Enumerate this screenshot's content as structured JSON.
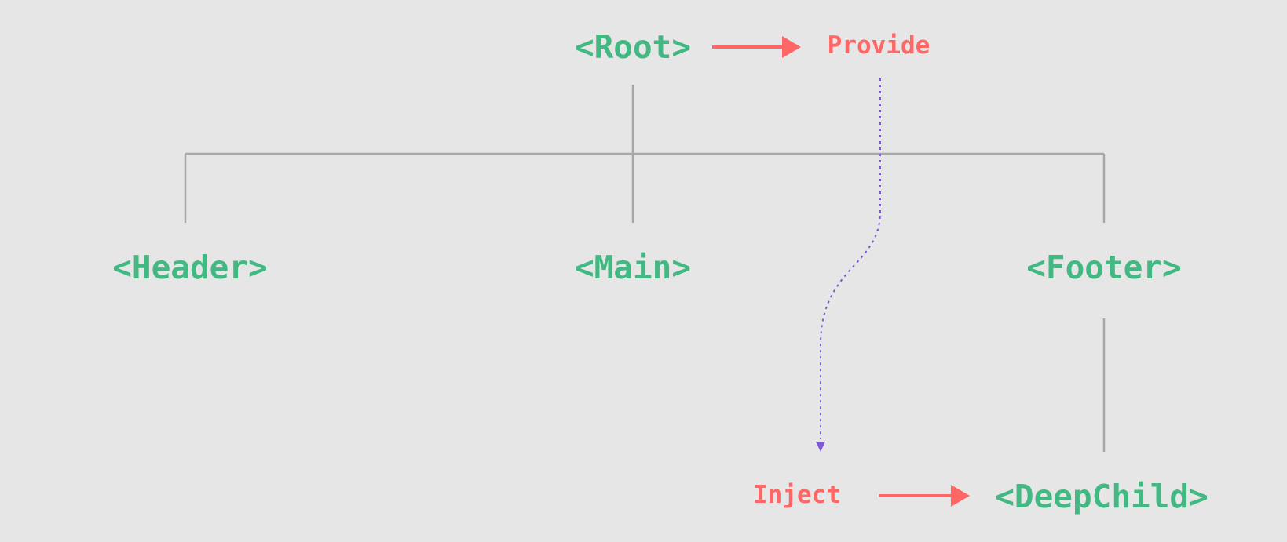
{
  "nodes": {
    "root": "<Root>",
    "header": "<Header>",
    "main": "<Main>",
    "footer": "<Footer>",
    "deep_child": "<DeepChild>"
  },
  "actions": {
    "provide": "Provide",
    "inject": "Inject"
  },
  "colors": {
    "background": "#e6e6e6",
    "component": "#42b883",
    "action": "#ff6666",
    "tree_line": "#a8a8a8",
    "data_flow": "#7e57d6"
  }
}
